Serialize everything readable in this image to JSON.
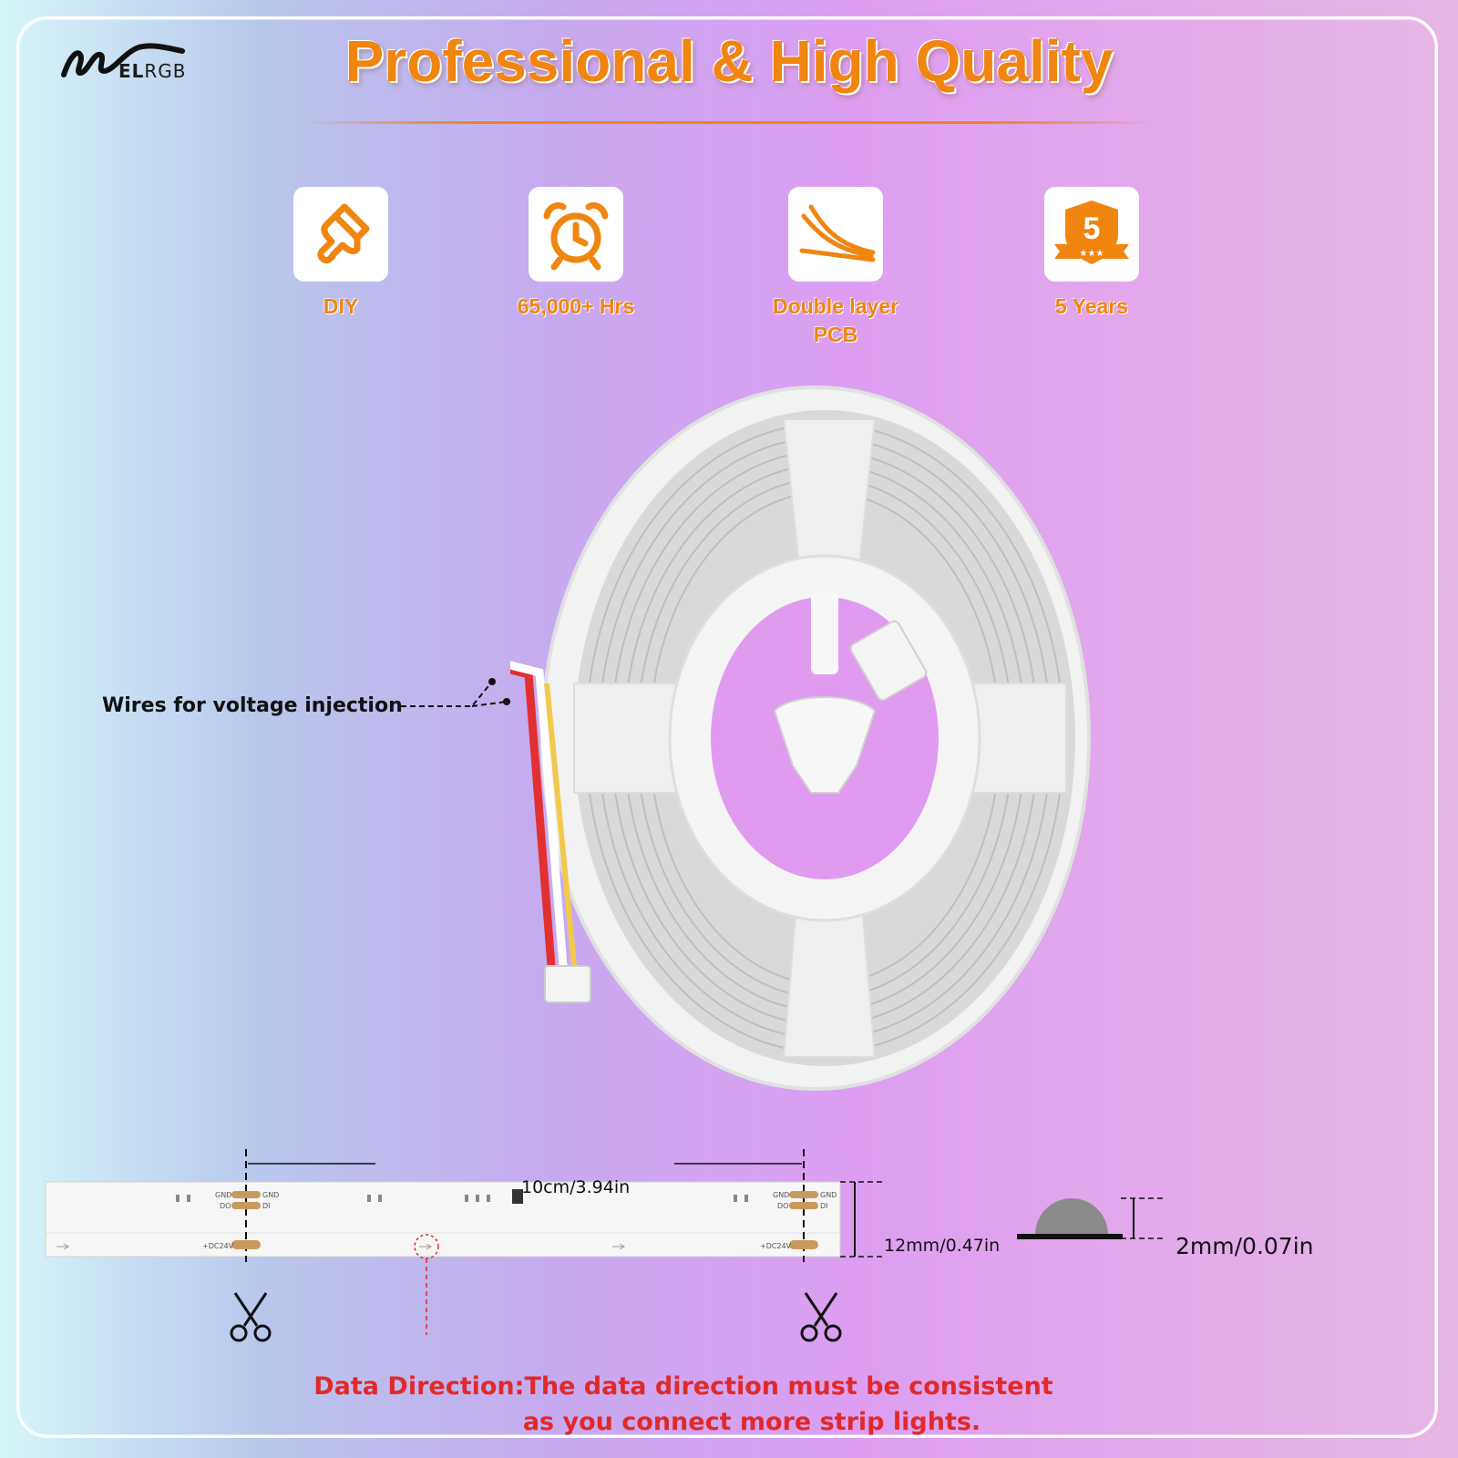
{
  "brand": {
    "logo_text_bold": "EL",
    "logo_text": "RGB"
  },
  "header": {
    "title": "Professional & High Quality"
  },
  "features": [
    {
      "icon": "brush-icon",
      "label": "DIY"
    },
    {
      "icon": "alarm-clock-icon",
      "label": "65,000+ Hrs"
    },
    {
      "icon": "layers-icon",
      "label_line1": "Double layer",
      "label_line2": "PCB"
    },
    {
      "icon": "warranty-shield-icon",
      "badge": "5",
      "label": "5 Years"
    }
  ],
  "product": {
    "image": "led-strip-reel",
    "wires_annotation": "Wires for voltage injection"
  },
  "strip_diagram": {
    "segment_length": "10cm/3.94in",
    "width": "12mm/0.47in",
    "height": "2mm/0.07in",
    "pad_labels": {
      "gnd": "GND",
      "do": "DO",
      "di": "DI",
      "power": "+DC24V"
    },
    "warning_line1": "Data Direction:The data direction must be consistent",
    "warning_line2": "as you connect more strip lights."
  },
  "colors": {
    "accent": "#f08510",
    "warning": "#e02a2a",
    "frame": "#ffffff"
  }
}
